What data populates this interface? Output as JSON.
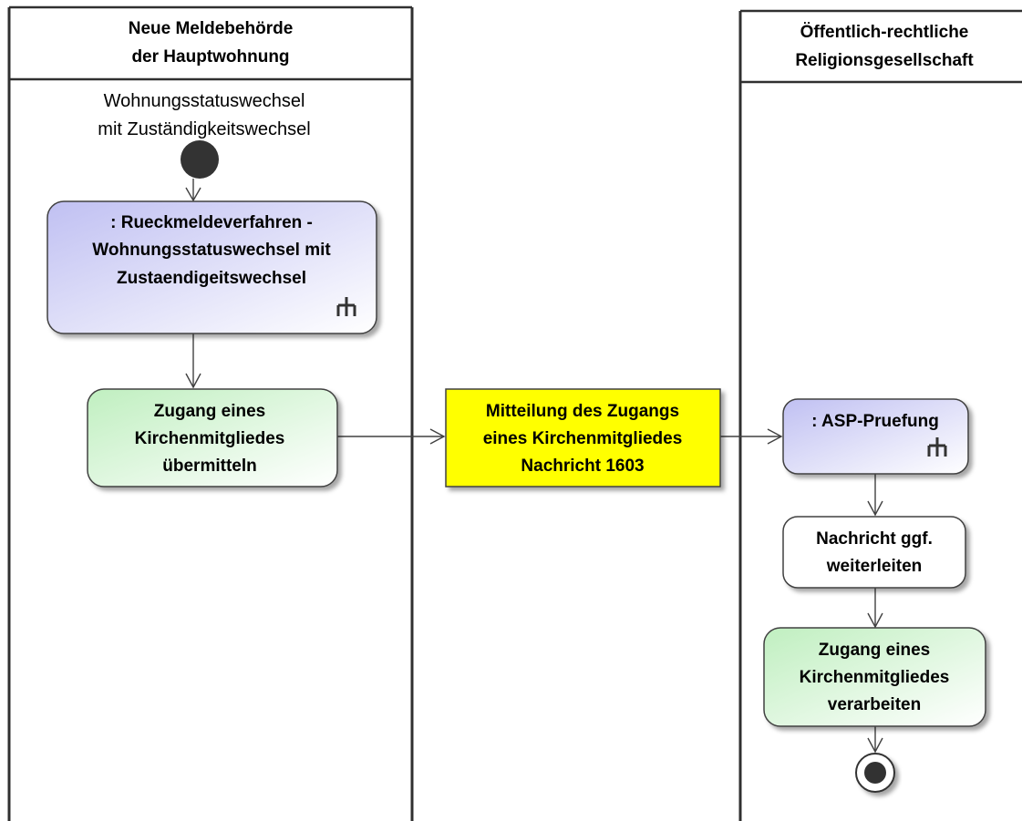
{
  "swimlanes": [
    {
      "title_line1": "Neue Meldebehörde",
      "title_line2": "der Hauptwohnung"
    },
    {
      "title_line1": "Öffentlich-rechtliche",
      "title_line2": "Religionsgesellschaft"
    }
  ],
  "start_label": {
    "line1": "Wohnungsstatuswechsel",
    "line2": "mit Zuständigkeitswechsel"
  },
  "nodes": {
    "rueckmeldeverfahren": {
      "kind": "call-behavior-action",
      "line1": ": Rueckmeldeverfahren -",
      "line2": "Wohnungsstatuswechsel mit",
      "line3": "Zustaendigeitswechsel",
      "icon": "rake-icon"
    },
    "zugang_uebermitteln": {
      "kind": "action",
      "line1": "Zugang eines",
      "line2": "Kirchenmitgliedes",
      "line3": "übermitteln"
    },
    "mitteilung": {
      "kind": "object-node",
      "line1": "Mitteilung des Zugangs",
      "line2": "eines Kirchenmitgliedes",
      "line3": "Nachricht 1603"
    },
    "asp_pruefung": {
      "kind": "call-behavior-action",
      "line1": ": ASP-Pruefung",
      "icon": "rake-icon"
    },
    "weiterleiten": {
      "kind": "action",
      "line1": "Nachricht ggf.",
      "line2": "weiterleiten"
    },
    "zugang_verarbeiten": {
      "kind": "action",
      "line1": "Zugang eines",
      "line2": "Kirchenmitgliedes",
      "line3": "verarbeiten"
    }
  },
  "colors": {
    "call_action_fill": "#c8c8f4",
    "action_fill": "#c8f0c8",
    "object_fill": "#ffff00",
    "plain_fill": "#ffffff",
    "border": "#404040",
    "initial_node": "#333333"
  }
}
